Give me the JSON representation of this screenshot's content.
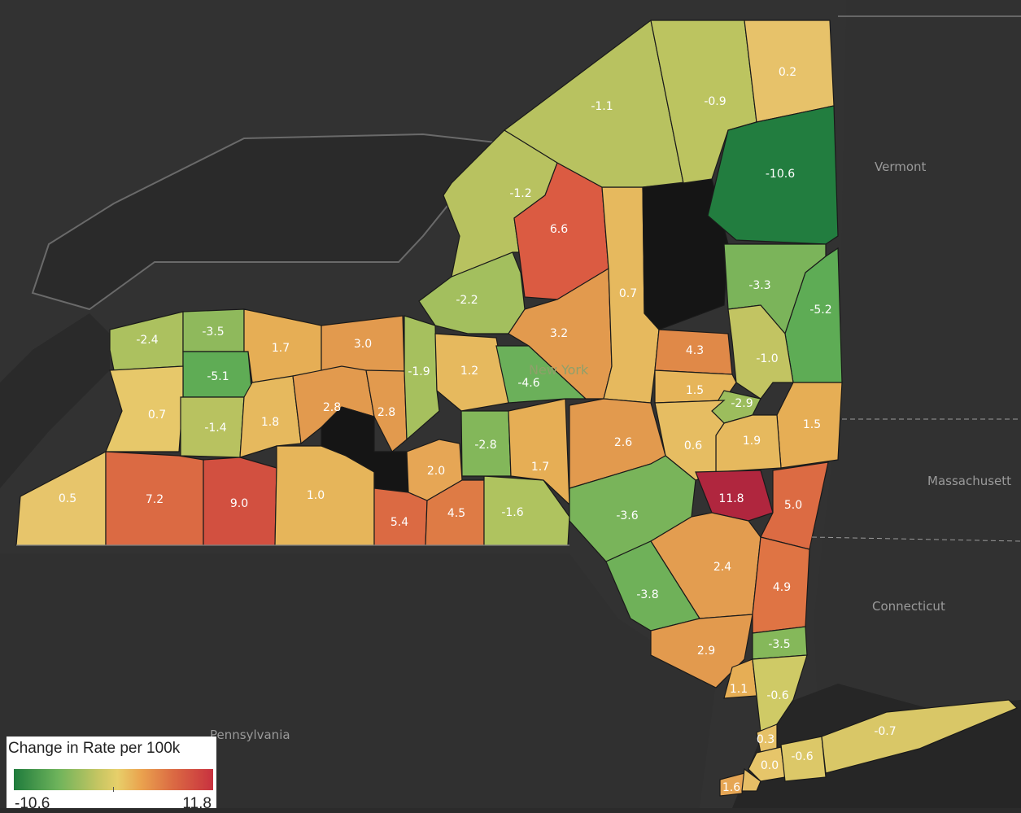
{
  "places": [
    {
      "id": "vermont",
      "label": "Vermont"
    },
    {
      "id": "massachusetts",
      "label": "Massachusett"
    },
    {
      "id": "connecticut",
      "label": "Connecticut"
    },
    {
      "id": "pennsylvania",
      "label": "Pennsylvania"
    },
    {
      "id": "new-york",
      "label": "New York"
    }
  ],
  "legend": {
    "title": "Change in Rate per 100k",
    "min_label": "-10.6",
    "max_label": "11.8",
    "colors": [
      "#1f7b3c",
      "#6db35b",
      "#c4c562",
      "#e7cf6a",
      "#eaa24e",
      "#db6a43",
      "#c8313f"
    ]
  },
  "counties": [
    {
      "id": "niagara",
      "value": "-2.4"
    },
    {
      "id": "orleans",
      "value": "-3.5"
    },
    {
      "id": "genesee",
      "value": "-5.1"
    },
    {
      "id": "monroe",
      "value": "1.7"
    },
    {
      "id": "wayne",
      "value": "3.0"
    },
    {
      "id": "erie",
      "value": "0.7"
    },
    {
      "id": "wyoming",
      "value": "-1.4"
    },
    {
      "id": "livingston",
      "value": "1.8"
    },
    {
      "id": "ontario",
      "value": "2.8"
    },
    {
      "id": "seneca",
      "value": "2.8"
    },
    {
      "id": "cayuga",
      "value": "-1.9"
    },
    {
      "id": "onondaga",
      "value": "1.2"
    },
    {
      "id": "chautauqua",
      "value": "0.5"
    },
    {
      "id": "cattaraugus",
      "value": "7.2"
    },
    {
      "id": "allegany",
      "value": "9.0"
    },
    {
      "id": "steuben",
      "value": "1.0"
    },
    {
      "id": "chemung",
      "value": "5.4"
    },
    {
      "id": "tompkins",
      "value": "2.0"
    },
    {
      "id": "tioga",
      "value": "4.5"
    },
    {
      "id": "broome",
      "value": "-1.6"
    },
    {
      "id": "cortland",
      "value": "-2.8"
    },
    {
      "id": "chenango",
      "value": "1.7"
    },
    {
      "id": "madison",
      "value": "-4.6"
    },
    {
      "id": "oswego",
      "value": "-2.2"
    },
    {
      "id": "jefferson",
      "value": "-1.2"
    },
    {
      "id": "lewis",
      "value": "6.6"
    },
    {
      "id": "oneida",
      "value": "3.2"
    },
    {
      "id": "herkimer",
      "value": "0.7"
    },
    {
      "id": "st-lawrence",
      "value": "-1.1"
    },
    {
      "id": "franklin",
      "value": "-0.9"
    },
    {
      "id": "clinton",
      "value": "0.2"
    },
    {
      "id": "essex",
      "value": "-10.6"
    },
    {
      "id": "warren",
      "value": "-3.3"
    },
    {
      "id": "washington",
      "value": "-5.2"
    },
    {
      "id": "saratoga",
      "value": "-1.0"
    },
    {
      "id": "fulton",
      "value": "4.3"
    },
    {
      "id": "montgomery",
      "value": "1.5"
    },
    {
      "id": "schenectady",
      "value": "-2.9"
    },
    {
      "id": "albany",
      "value": "1.9"
    },
    {
      "id": "rensselaer",
      "value": "1.5"
    },
    {
      "id": "schoharie",
      "value": "0.6"
    },
    {
      "id": "otsego",
      "value": "2.6"
    },
    {
      "id": "delaware",
      "value": "-3.6"
    },
    {
      "id": "greene",
      "value": "11.8"
    },
    {
      "id": "columbia",
      "value": "5.0"
    },
    {
      "id": "ulster",
      "value": "2.4"
    },
    {
      "id": "dutchess",
      "value": "4.9"
    },
    {
      "id": "sullivan",
      "value": "-3.8"
    },
    {
      "id": "orange",
      "value": "2.9"
    },
    {
      "id": "putnam",
      "value": "-3.5"
    },
    {
      "id": "rockland",
      "value": "1.1"
    },
    {
      "id": "westchester",
      "value": "-0.6"
    },
    {
      "id": "bronx",
      "value": "0.3"
    },
    {
      "id": "queens",
      "value": "0.0"
    },
    {
      "id": "nassau",
      "value": "-0.6"
    },
    {
      "id": "suffolk",
      "value": "-0.7"
    },
    {
      "id": "richmond",
      "value": "1.6"
    }
  ]
}
